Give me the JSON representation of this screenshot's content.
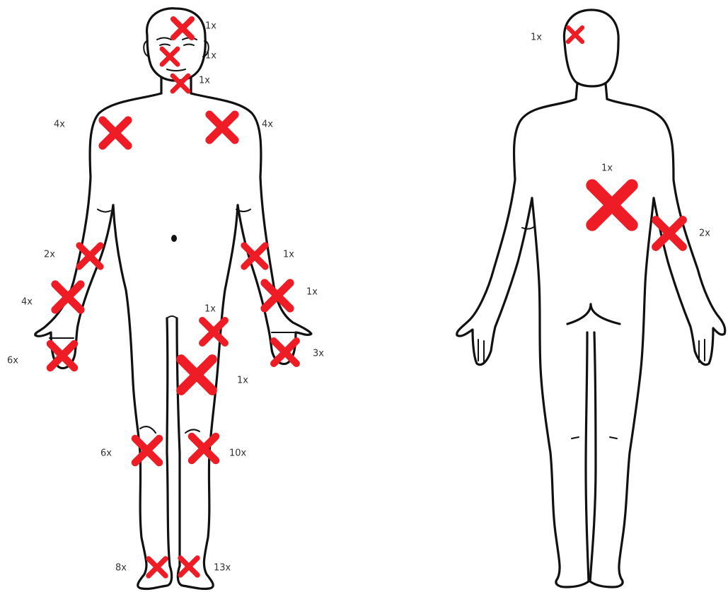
{
  "marker_color": "#ee1c25",
  "outline_color": "#111111",
  "marker_icon": "red-x-icon",
  "front_view": {
    "markers": [
      {
        "id": "forehead",
        "label": "1x"
      },
      {
        "id": "nose",
        "label": "1x"
      },
      {
        "id": "chin",
        "label": "1x"
      },
      {
        "id": "right-shoulder",
        "label": "4x"
      },
      {
        "id": "left-shoulder",
        "label": "4x"
      },
      {
        "id": "right-forearm",
        "label": "2x"
      },
      {
        "id": "right-wrist",
        "label": "4x"
      },
      {
        "id": "right-hand",
        "label": "6x"
      },
      {
        "id": "left-forearm",
        "label": "1x"
      },
      {
        "id": "left-wrist",
        "label": "1x"
      },
      {
        "id": "left-hand",
        "label": "3x"
      },
      {
        "id": "left-hip",
        "label": "1x"
      },
      {
        "id": "left-thigh",
        "label": "1x"
      },
      {
        "id": "right-knee",
        "label": "6x"
      },
      {
        "id": "left-knee",
        "label": "10x"
      },
      {
        "id": "right-ankle",
        "label": "8x"
      },
      {
        "id": "left-ankle",
        "label": "13x"
      }
    ]
  },
  "back_view": {
    "markers": [
      {
        "id": "head-back",
        "label": "1x"
      },
      {
        "id": "lower-back",
        "label": "1x"
      },
      {
        "id": "right-elbow-back",
        "label": "2x"
      }
    ]
  }
}
